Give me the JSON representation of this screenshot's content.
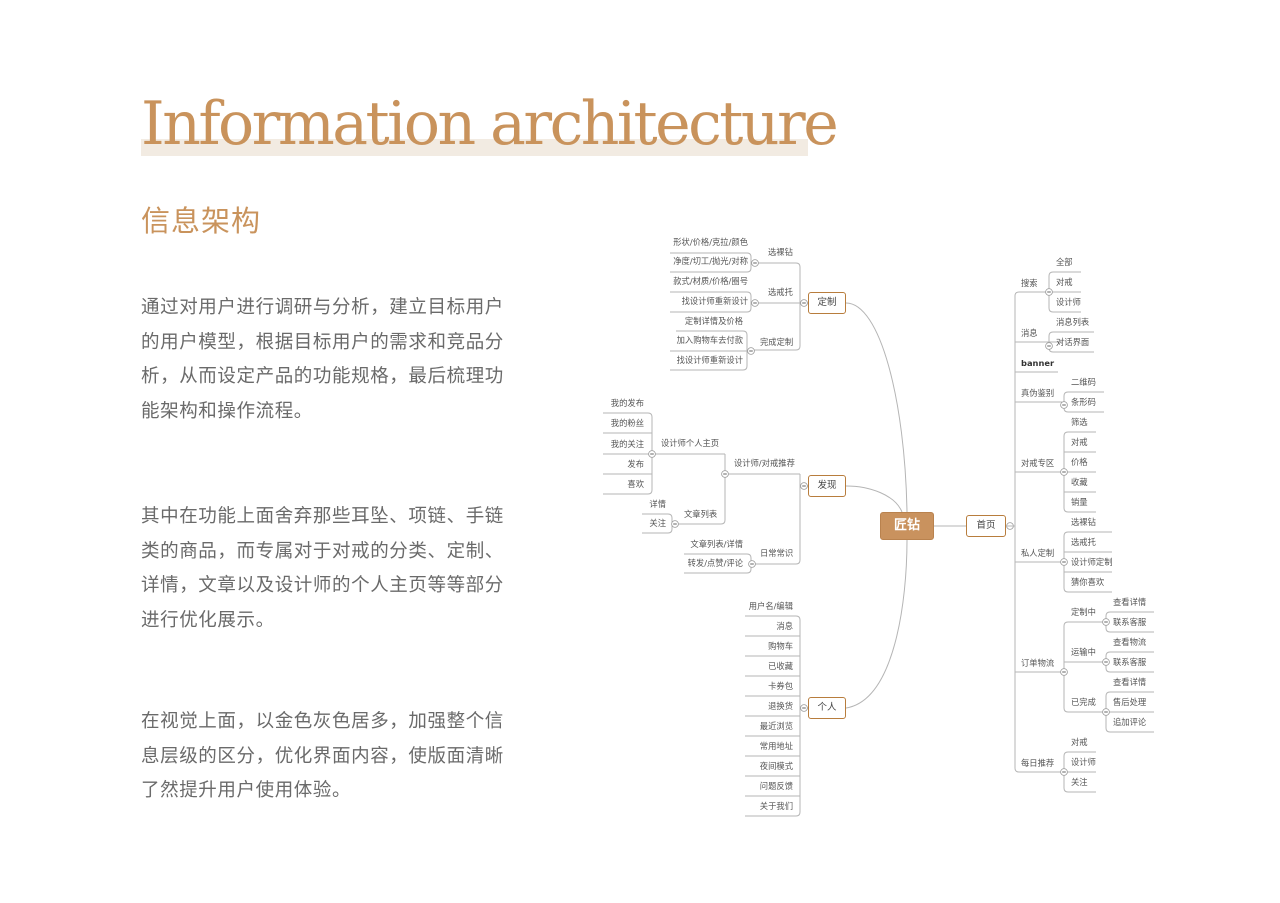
{
  "header": {
    "title": "Information architecture",
    "subtitle": "信息架构"
  },
  "body": {
    "paragraphs": [
      "通过对用户进行调研与分析，建立目标用户的用户模型，根据目标用户的需求和竞品分析，从而设定产品的功能规格，最后梳理功能架构和操作流程。",
      "其中在功能上面舍弃那些耳坠、项链、手链类的商品，而专属对于对戒的分类、定制、详情，文章以及设计师的个人主页等等部分进行优化展示。",
      "在视觉上面，以金色灰色居多，加强整个信息层级的区分，优化界面内容，使版面清晰了然提升用户使用体验。"
    ]
  },
  "colors": {
    "accent": "#c9935c",
    "root_fill": "#c9925e",
    "node_border": "#b87d3d",
    "line": "#b5b5b5",
    "text": "#6a6a6a"
  },
  "mindmap": {
    "root": "匠钻",
    "left": [
      {
        "label": "定制",
        "children": [
          {
            "label": "选裸钻",
            "children": [
              {
                "label": "形状/价格/克拉/颜色"
              },
              {
                "label": "净度/切工/抛光/对称"
              }
            ]
          },
          {
            "label": "选戒托",
            "children": [
              {
                "label": "款式/材质/价格/圈号"
              },
              {
                "label": "找设计师重新设计"
              }
            ]
          },
          {
            "label": "完成定制",
            "children": [
              {
                "label": "定制详情及价格"
              },
              {
                "label": "加入购物车去付款"
              },
              {
                "label": "找设计师重新设计"
              }
            ]
          }
        ]
      },
      {
        "label": "发现",
        "children": [
          {
            "label": "设计师/对戒推荐",
            "children": [
              {
                "label": "设计师个人主页",
                "children": [
                  {
                    "label": "我的发布"
                  },
                  {
                    "label": "我的粉丝"
                  },
                  {
                    "label": "我的关注"
                  },
                  {
                    "label": "发布"
                  },
                  {
                    "label": "喜欢"
                  }
                ]
              },
              {
                "label": "文章列表",
                "children": [
                  {
                    "label": "详情"
                  },
                  {
                    "label": "关注"
                  }
                ]
              }
            ]
          },
          {
            "label": "日常常识",
            "children": [
              {
                "label": "文章列表/详情"
              },
              {
                "label": "转发/点赞/评论"
              }
            ]
          }
        ]
      },
      {
        "label": "个人",
        "children": [
          {
            "label": "用户名/编辑"
          },
          {
            "label": "消息"
          },
          {
            "label": "购物车"
          },
          {
            "label": "已收藏"
          },
          {
            "label": "卡券包"
          },
          {
            "label": "退换货"
          },
          {
            "label": "最近浏览"
          },
          {
            "label": "常用地址"
          },
          {
            "label": "夜间模式"
          },
          {
            "label": "问题反馈"
          },
          {
            "label": "关于我们"
          }
        ]
      }
    ],
    "right": [
      {
        "label": "首页",
        "children": [
          {
            "label": "搜索",
            "children": [
              {
                "label": "全部"
              },
              {
                "label": "对戒"
              },
              {
                "label": "设计师"
              }
            ]
          },
          {
            "label": "消息",
            "children": [
              {
                "label": "消息列表"
              },
              {
                "label": "对话界面"
              }
            ]
          },
          {
            "label": "banner"
          },
          {
            "label": "真伪鉴别",
            "children": [
              {
                "label": "二维码"
              },
              {
                "label": "条形码"
              }
            ]
          },
          {
            "label": "对戒专区",
            "children": [
              {
                "label": "筛选"
              },
              {
                "label": "对戒"
              },
              {
                "label": "价格"
              },
              {
                "label": "收藏"
              },
              {
                "label": "销量"
              }
            ]
          },
          {
            "label": "私人定制",
            "children": [
              {
                "label": "选裸钻"
              },
              {
                "label": "选戒托"
              },
              {
                "label": "设计师定制"
              },
              {
                "label": "猜你喜欢"
              }
            ]
          },
          {
            "label": "订单物流",
            "children": [
              {
                "label": "定制中",
                "children": [
                  {
                    "label": "查看详情"
                  },
                  {
                    "label": "联系客服"
                  }
                ]
              },
              {
                "label": "运输中",
                "children": [
                  {
                    "label": "查看物流"
                  },
                  {
                    "label": "联系客服"
                  }
                ]
              },
              {
                "label": "已完成",
                "children": [
                  {
                    "label": "查看详情"
                  },
                  {
                    "label": "售后处理"
                  },
                  {
                    "label": "追加评论"
                  }
                ]
              }
            ]
          },
          {
            "label": "每日推荐",
            "children": [
              {
                "label": "对戒"
              },
              {
                "label": "设计师"
              },
              {
                "label": "关注"
              }
            ]
          }
        ]
      }
    ]
  }
}
